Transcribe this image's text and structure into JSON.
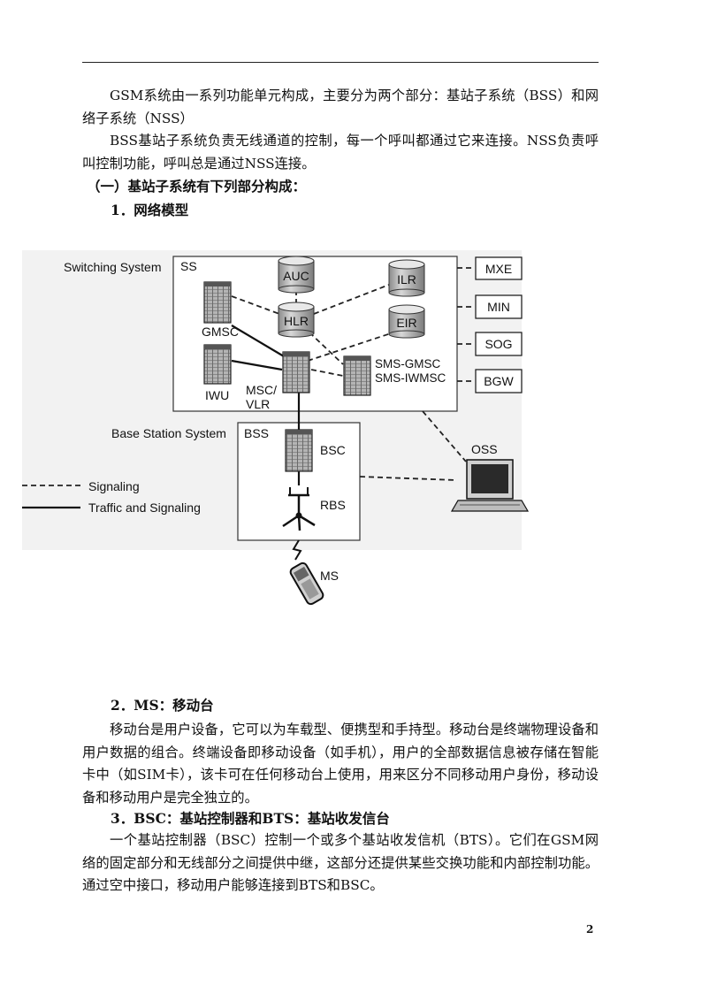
{
  "page": {
    "p1": "GSM系统由一系列功能单元构成，主要分为两个部分：基站子系统（BSS）和网络子系统（NSS）",
    "p2": "BSS基站子系统负责无线通道的控制，每一个呼叫都通过它来连接。NSS负责呼叫控制功能，呼叫总是通过NSS连接。",
    "h1": "（一）基站子系统有下列部分构成：",
    "h2": "1．网络模型",
    "h3": "2．MS：移动台",
    "p3": "移动台是用户设备，它可以为车载型、便携型和手持型。移动台是终端物理设备和用户数据的组合。终端设备即移动设备（如手机），用户的全部数据信息被存储在智能卡中（如SIM卡），该卡可在任何移动台上使用，用来区分不同移动用户身份，移动设备和移动用户是完全独立的。",
    "h4": "3．BSC：基站控制器和BTS：基站收发信台",
    "p4": "一个基站控制器（BSC）控制一个或多个基站收发信机（BTS）。它们在GSM网络的固定部分和无线部分之间提供中继，这部分还提供某些交换功能和内部控制功能。通过空中接口，移动用户能够连接到BTS和BSC。",
    "page_number": "2"
  },
  "diagram": {
    "switching_system": "Switching System",
    "ss": "SS",
    "auc": "AUC",
    "ilr": "ILR",
    "hlr": "HLR",
    "eir": "EIR",
    "gmsc": "GMSC",
    "iwu": "IWU",
    "msc": "MSC/",
    "vlr": "VLR",
    "sms_gmsc": "SMS-GMSC",
    "sms_iwmsc": "SMS-IWMSC",
    "mxe": "MXE",
    "min": "MIN",
    "sog": "SOG",
    "bgw": "BGW",
    "base_station_system": "Base Station System",
    "bss": "BSS",
    "bsc": "BSC",
    "rbs": "RBS",
    "oss": "OSS",
    "ms": "MS",
    "legend_signaling": "Signaling",
    "legend_traffic": "Traffic and Signaling"
  }
}
